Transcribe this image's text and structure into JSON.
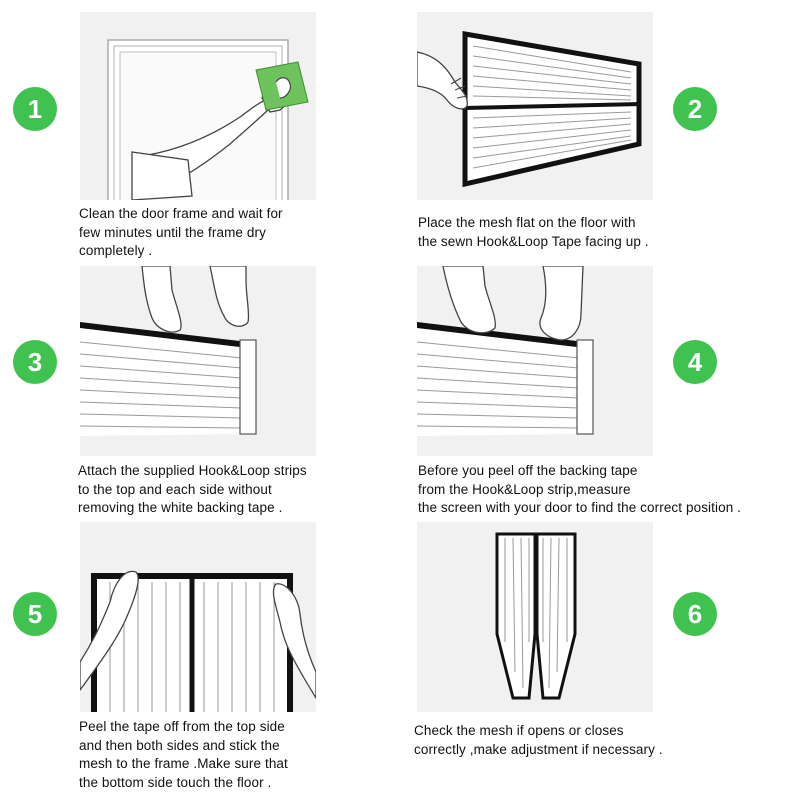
{
  "accent_color": "#3fc24f",
  "steps": [
    {
      "number": "1",
      "illustration": "hand-wiping-door-frame",
      "lines": [
        "Clean the door frame and wait for",
        "few minutes until the frame dry",
        "completely ."
      ]
    },
    {
      "number": "2",
      "illustration": "hand-placing-mesh-flat",
      "lines": [
        "Place the mesh flat on the floor with",
        "the sewn Hook&Loop Tape facing up ."
      ]
    },
    {
      "number": "3",
      "illustration": "hands-attaching-strips",
      "lines": [
        "Attach the supplied Hook&Loop strips",
        "to the top and each side without",
        "removing the white backing tape ."
      ]
    },
    {
      "number": "4",
      "illustration": "hands-peeling-backing-tape",
      "lines": [
        "Before you peel off the backing tape",
        "from the Hook&Loop strip,measure",
        "the screen with your door to find the correct position ."
      ]
    },
    {
      "number": "5",
      "illustration": "hands-sticking-mesh-to-frame",
      "lines": [
        "Peel the tape off from the top side",
        "and then both sides and stick the",
        "mesh to the frame .Make sure that",
        "the bottom side touch the floor ."
      ]
    },
    {
      "number": "6",
      "illustration": "installed-mesh-door",
      "lines": [
        "Check the mesh if opens or closes",
        "correctly ,make adjustment if necessary ."
      ]
    }
  ]
}
